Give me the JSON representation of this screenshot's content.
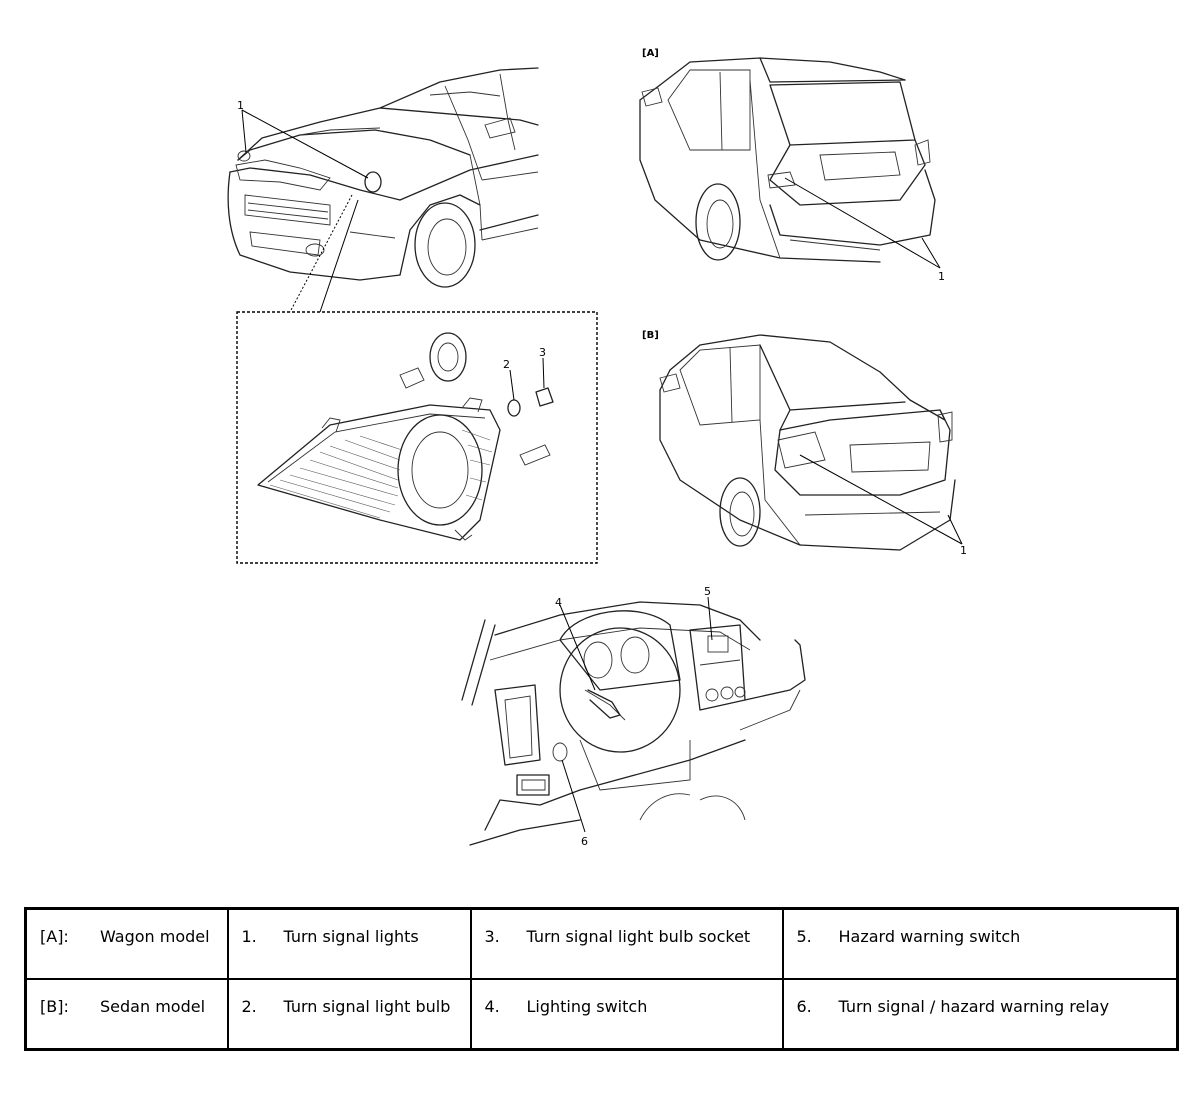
{
  "figure": {
    "view_tags": {
      "wagon": "[A]",
      "sedan": "[B]"
    },
    "callouts": {
      "front_1": "1",
      "wagon_1": "1",
      "sedan_1": "1",
      "detail_2": "2",
      "detail_3": "3",
      "dash_4": "4",
      "dash_5": "5",
      "dash_6": "6"
    }
  },
  "legend": {
    "rows": [
      {
        "model": {
          "code": "[A]:",
          "text": "Wagon model"
        },
        "c1": {
          "num": "1.",
          "text": "Turn signal lights"
        },
        "c2": {
          "num": "3.",
          "text": "Turn signal light bulb socket"
        },
        "c3": {
          "num": "5.",
          "text": "Hazard warning switch"
        }
      },
      {
        "model": {
          "code": "[B]:",
          "text": "Sedan model"
        },
        "c1": {
          "num": "2.",
          "text": "Turn signal light bulb"
        },
        "c2": {
          "num": "4.",
          "text": "Lighting switch"
        },
        "c3": {
          "num": "6.",
          "text": "Turn signal / hazard warning relay"
        }
      }
    ]
  }
}
